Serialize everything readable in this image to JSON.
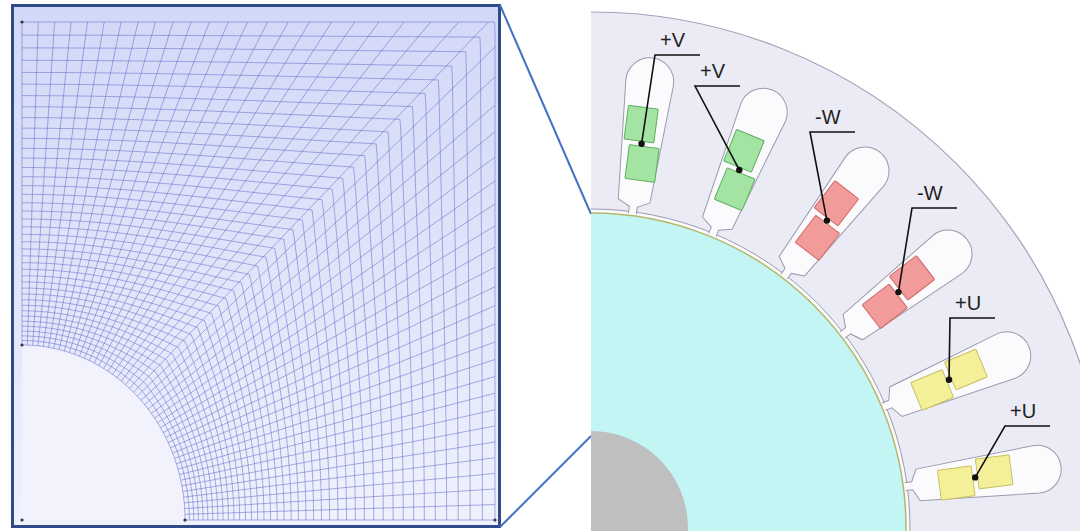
{
  "diagram": {
    "labels": [
      "+V",
      "+V",
      "-W",
      "-W",
      "+U",
      "+U"
    ]
  }
}
